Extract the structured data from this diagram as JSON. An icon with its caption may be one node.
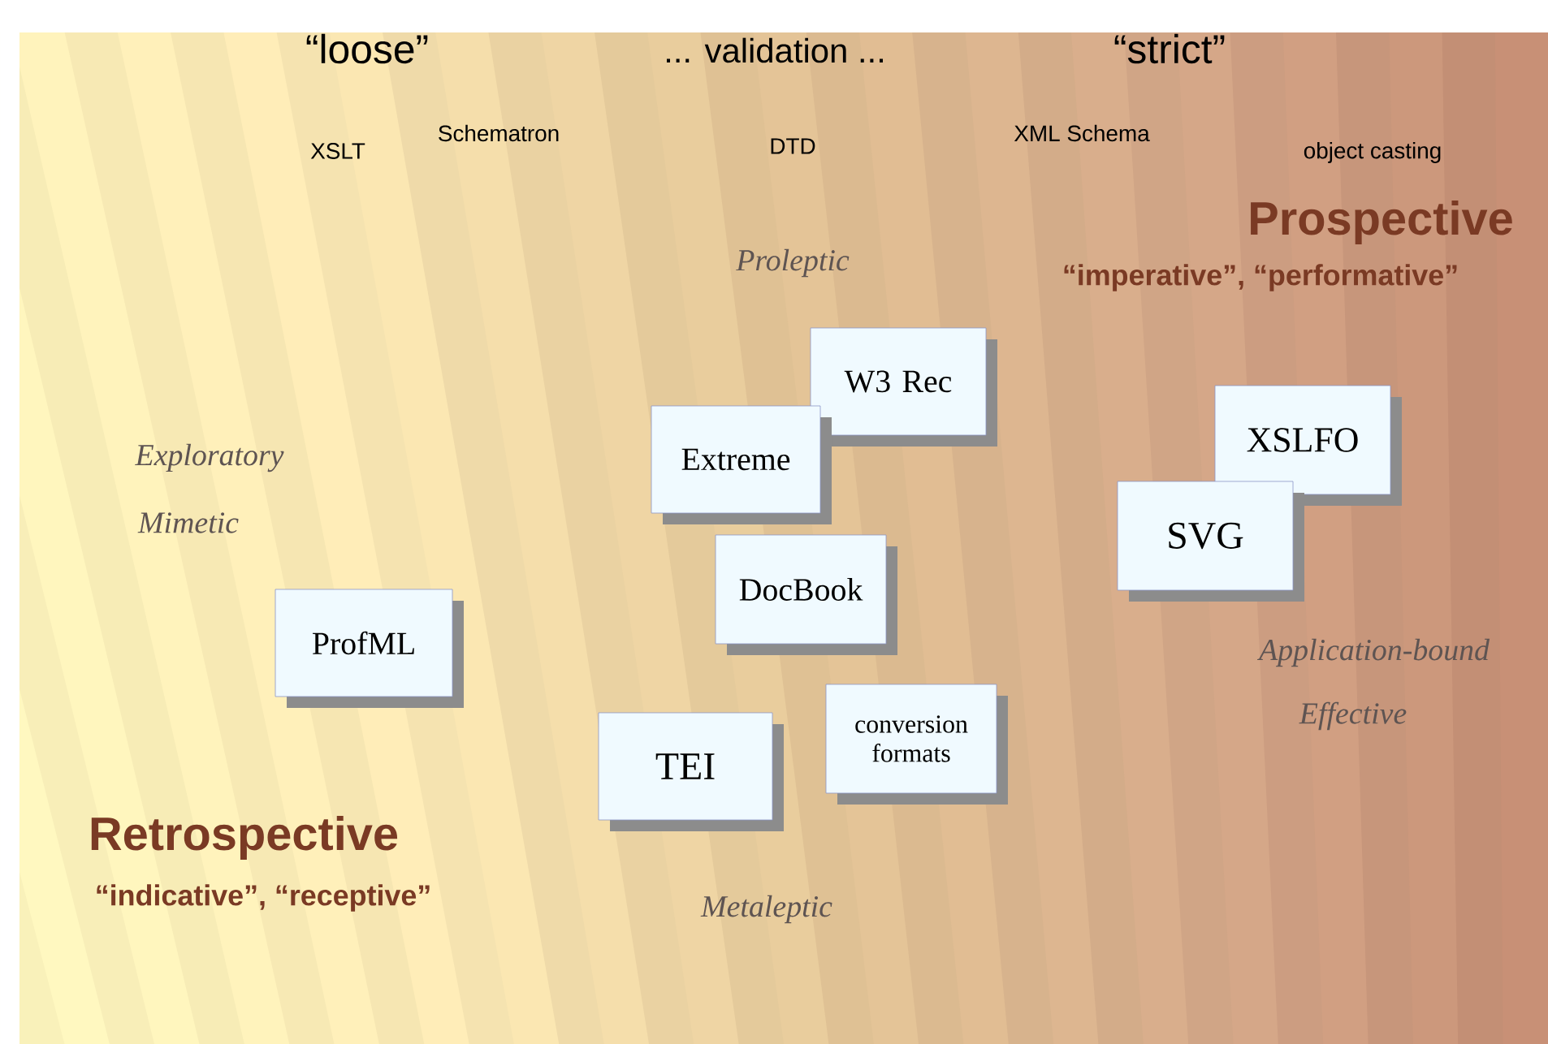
{
  "diagram": {
    "nodes": [
      {
        "text": [
          "W3 Rec"
        ]
      },
      {
        "text": [
          "Extreme"
        ]
      },
      {
        "text": [
          "XSLFO"
        ]
      },
      {
        "text": [
          "SVG"
        ]
      },
      {
        "text": [
          "DocBook"
        ]
      },
      {
        "text": [
          "ProfML"
        ]
      },
      {
        "text": [
          "conversion formats"
        ]
      },
      {
        "text": [
          "TEI"
        ]
      }
    ],
    "labels": [
      "“loose”",
      "... validation ...",
      "“strict”",
      "Schematron",
      "XML Schema",
      "XSLT",
      "DTD",
      "object casting",
      "Prospective",
      "Proleptic",
      "“imperative”, “performative”",
      "Exploratory",
      "Mimetic",
      "Application-bound",
      "Effective",
      "Retrospective",
      "“indicative”, “receptive”",
      "Metaleptic"
    ]
  }
}
